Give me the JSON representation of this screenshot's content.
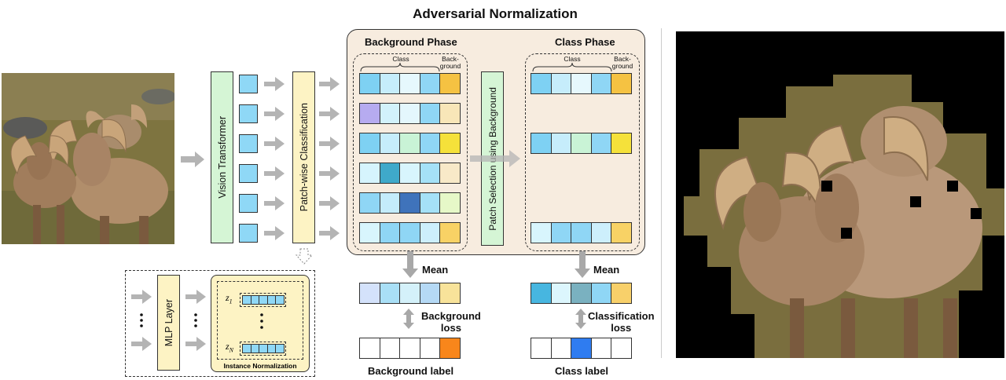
{
  "title": "Adversarial Normalization",
  "labels": {
    "vision_transformer": "Vision Transformer",
    "patch_classification": "Patch-wise Classification",
    "background_phase": "Background Phase",
    "class_phase": "Class Phase",
    "patch_selection": "Patch Selection using Background",
    "class_brace": "Class",
    "background_brace": "Back-\nground",
    "mean": "Mean",
    "background_loss": "Background\nloss",
    "classification_loss": "Classification\nloss",
    "background_label": "Background label",
    "class_label": "Class label",
    "mlp_layer": "MLP Layer",
    "instance_norm": "Instance Normalization",
    "z1": "z",
    "z1_sub": "1",
    "zN": "z",
    "zN_sub": "N"
  },
  "colors": {
    "accent_green": "#d5f5d5",
    "accent_yellow": "#fdf3c4",
    "panel_beige": "#f7ecdf",
    "token_blue": "#8fd8f6",
    "arrow_gray": "#b4b4b4"
  },
  "background_phase_rows": [
    [
      "#7ed1f3",
      "#c6edfb",
      "#e6f8fd",
      "#8fd6f5",
      "#f5c242"
    ],
    [
      "#b6abf0",
      "#d2f2fb",
      "#e4f7fd",
      "#8fd6f5",
      "#f8e6b8"
    ],
    [
      "#7ed1f3",
      "#c6edfb",
      "#c9f3d6",
      "#8fd6f5",
      "#f5e13a"
    ],
    [
      "#d6f4fd",
      "#3fa9ca",
      "#d8f5fd",
      "#a5e1f7",
      "#f8e9c8"
    ],
    [
      "#8fd6f5",
      "#c4ecfb",
      "#3f73bb",
      "#a5e1f7",
      "#e6f8c8"
    ],
    [
      "#d8f5fd",
      "#8fd6f5",
      "#8fd6f5",
      "#cdeffc",
      "#f8d265"
    ]
  ],
  "class_phase_rows": [
    [
      "#7ed1f3",
      "#c6edfb",
      "#e6f8fd",
      "#8fd6f5",
      "#f5c242"
    ],
    [
      "#7ed1f3",
      "#c6edfb",
      "#c9f3d6",
      "#8fd6f5",
      "#f5e13a"
    ],
    [
      "#d8f5fd",
      "#8fd6f5",
      "#8fd6f5",
      "#cdeffc",
      "#f8d265"
    ]
  ],
  "background_mean": [
    "#d4e2fb",
    "#a9dff6",
    "#d4f1fa",
    "#b5d9f5",
    "#f8e39a"
  ],
  "class_mean": [
    "#47b6e0",
    "#dcf6fd",
    "#7ab1c0",
    "#8fd6f5",
    "#f8d06a"
  ],
  "background_label_row": [
    "#ffffff",
    "#ffffff",
    "#ffffff",
    "#ffffff",
    "#f8861b"
  ],
  "class_label_row": [
    "#ffffff",
    "#ffffff",
    "#2f7cf0",
    "#ffffff",
    "#ffffff"
  ]
}
